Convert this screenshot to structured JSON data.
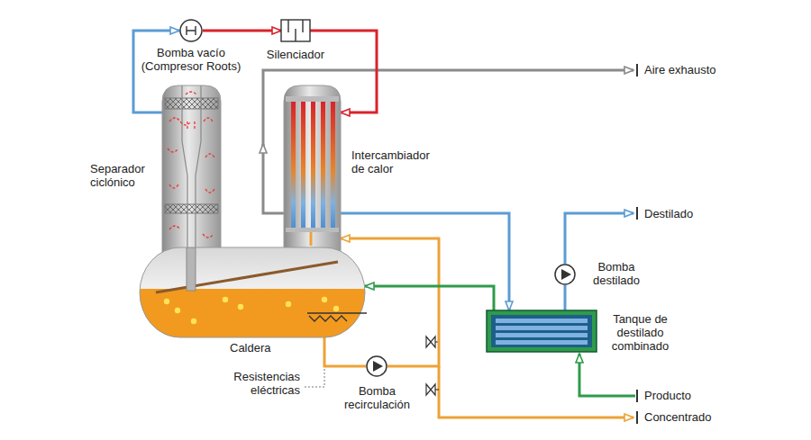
{
  "diagram": {
    "nodes": [
      {
        "text": [
          "Bomba vacío (Compresor Roots)"
        ]
      },
      {
        "text": [
          "Silenciador"
        ]
      },
      {
        "text": [
          "Separador ciclónico"
        ]
      },
      {
        "text": [
          "Intercambiador de calor"
        ]
      },
      {
        "text": [
          "Caldera"
        ]
      },
      {
        "text": [
          "Bomba recirculación"
        ]
      },
      {
        "text": [
          "Tanque de destilado combinado"
        ]
      },
      {
        "text": [
          "Bomba destilado"
        ]
      }
    ],
    "edges": [
      {
        "from": 2,
        "to": 0,
        "arrow": "to"
      },
      {
        "from": 0,
        "to": 1,
        "arrow": "to"
      },
      {
        "from": 1,
        "to": 3,
        "arrow": "to"
      },
      {
        "from": 3,
        "to": 6,
        "arrow": "to"
      },
      {
        "from": 6,
        "to": 7,
        "arrow": "none"
      },
      {
        "from": 4,
        "to": 5,
        "arrow": "none"
      },
      {
        "from": 5,
        "to": 3,
        "arrow": "to"
      },
      {
        "from": 6,
        "to": 4,
        "arrow": "to"
      }
    ],
    "labels": [
      "Resistencias eléctricas",
      "Aire exhausto",
      "Destilado",
      "Producto",
      "Concentrado"
    ]
  }
}
